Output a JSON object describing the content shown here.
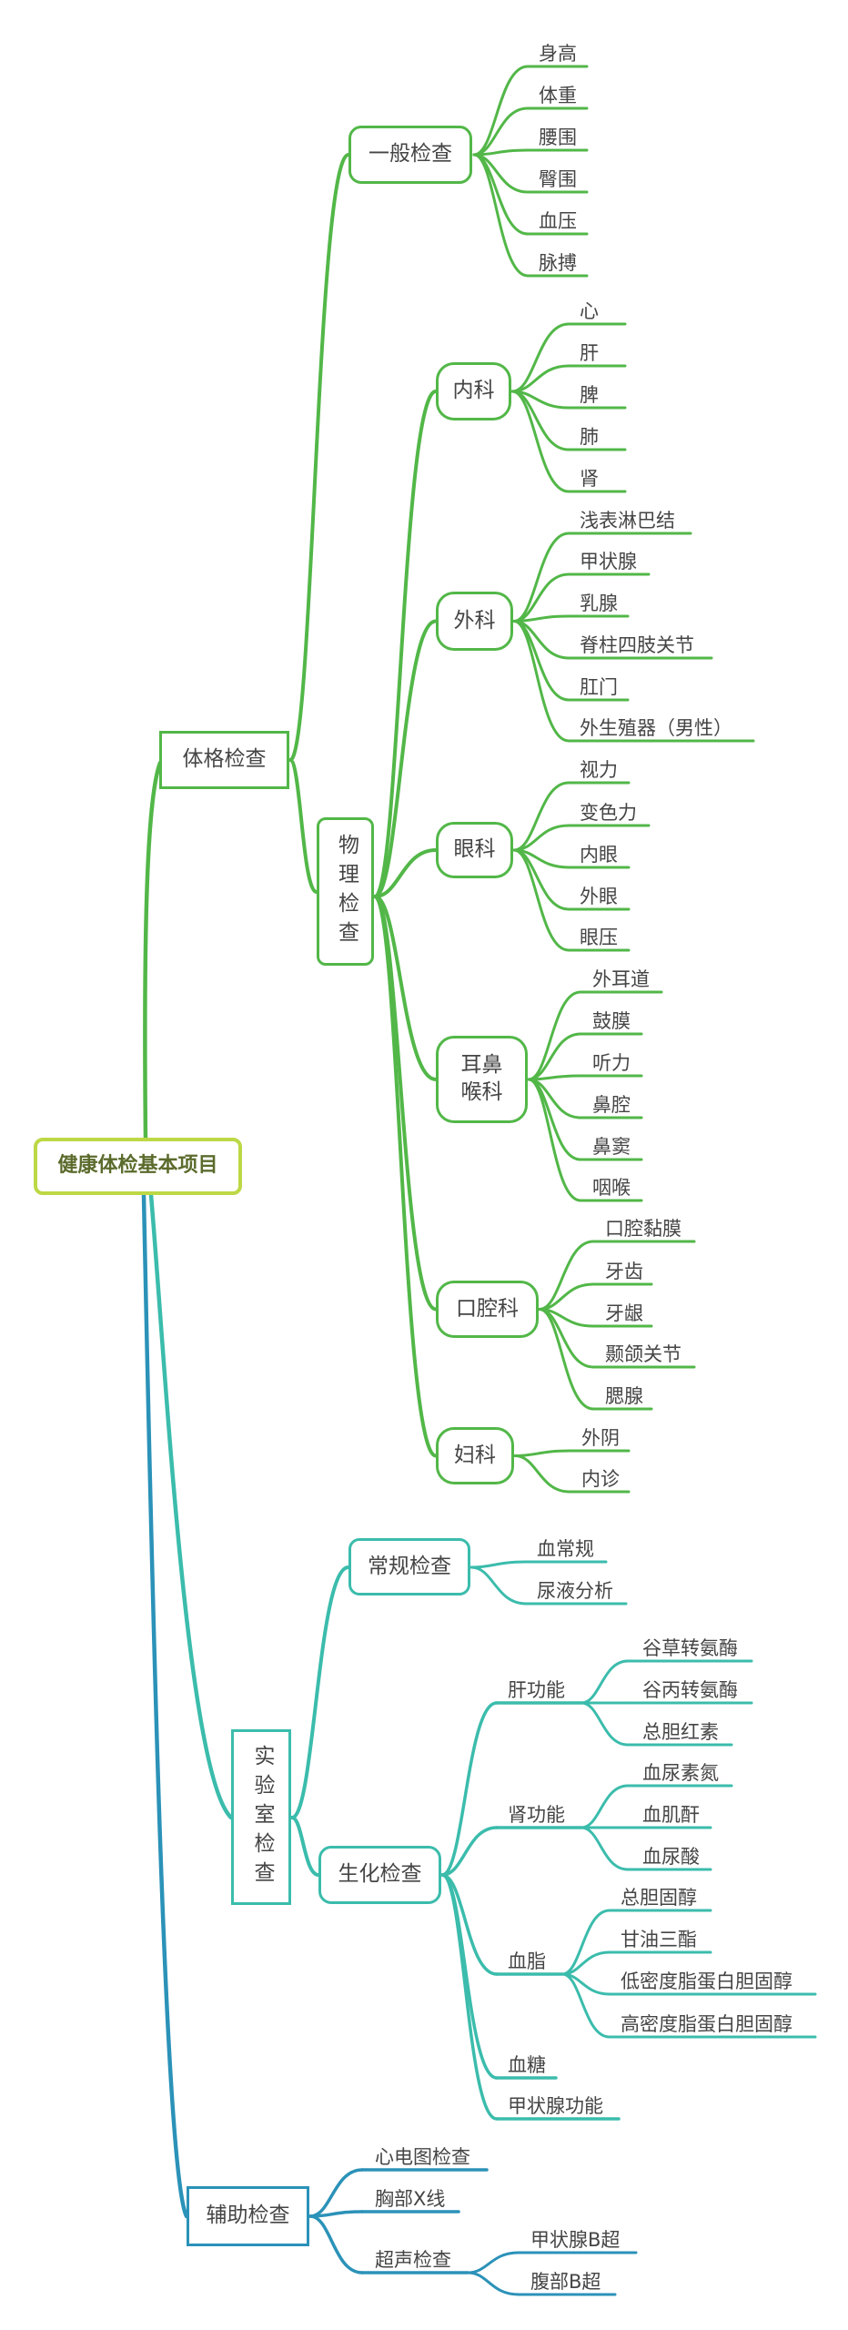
{
  "title": "健康体检基本项目",
  "colors": {
    "green": "#52b748",
    "teal": "#3bbcac",
    "blue": "#2b92b8",
    "root_border": "#bcd845",
    "root_text": "#5b6b2c"
  },
  "physical": {
    "label": "体格检查",
    "general": {
      "label": "一般检查",
      "items": [
        "身高",
        "体重",
        "腰围",
        "臀围",
        "血压",
        "脉搏"
      ]
    },
    "exam": {
      "label": "物理检查",
      "depts": [
        {
          "label": "内科",
          "items": [
            "心",
            "肝",
            "脾",
            "肺",
            "肾"
          ]
        },
        {
          "label": "外科",
          "items": [
            "浅表淋巴结",
            "甲状腺",
            "乳腺",
            "脊柱四肢关节",
            "肛门",
            "外生殖器（男性）"
          ]
        },
        {
          "label": "眼科",
          "items": [
            "视力",
            "变色力",
            "内眼",
            "外眼",
            "眼压"
          ]
        },
        {
          "label": "耳鼻喉科",
          "items": [
            "外耳道",
            "鼓膜",
            "听力",
            "鼻腔",
            "鼻窦",
            "咽喉"
          ]
        },
        {
          "label": "口腔科",
          "items": [
            "口腔黏膜",
            "牙齿",
            "牙龈",
            "颞颌关节",
            "腮腺"
          ]
        },
        {
          "label": "妇科",
          "items": [
            "外阴",
            "内诊"
          ]
        }
      ]
    }
  },
  "lab": {
    "label": "实验室检查",
    "routine": {
      "label": "常规检查",
      "items": [
        "血常规",
        "尿液分析"
      ]
    },
    "biochem": {
      "label": "生化检查",
      "groups": [
        {
          "label": "肝功能",
          "items": [
            "谷草转氨酶",
            "谷丙转氨酶",
            "总胆红素"
          ]
        },
        {
          "label": "肾功能",
          "items": [
            "血尿素氮",
            "血肌酐",
            "血尿酸"
          ]
        },
        {
          "label": "血脂",
          "items": [
            "总胆固醇",
            "甘油三酯",
            "低密度脂蛋白胆固醇",
            "高密度脂蛋白胆固醇"
          ]
        },
        {
          "label": "血糖",
          "items": []
        },
        {
          "label": "甲状腺功能",
          "items": []
        }
      ]
    }
  },
  "aux": {
    "label": "辅助检查",
    "items": [
      {
        "label": "心电图检查",
        "items": []
      },
      {
        "label": "胸部X线",
        "items": []
      },
      {
        "label": "超声检查",
        "items": [
          "甲状腺B超",
          "腹部B超"
        ]
      }
    ]
  }
}
